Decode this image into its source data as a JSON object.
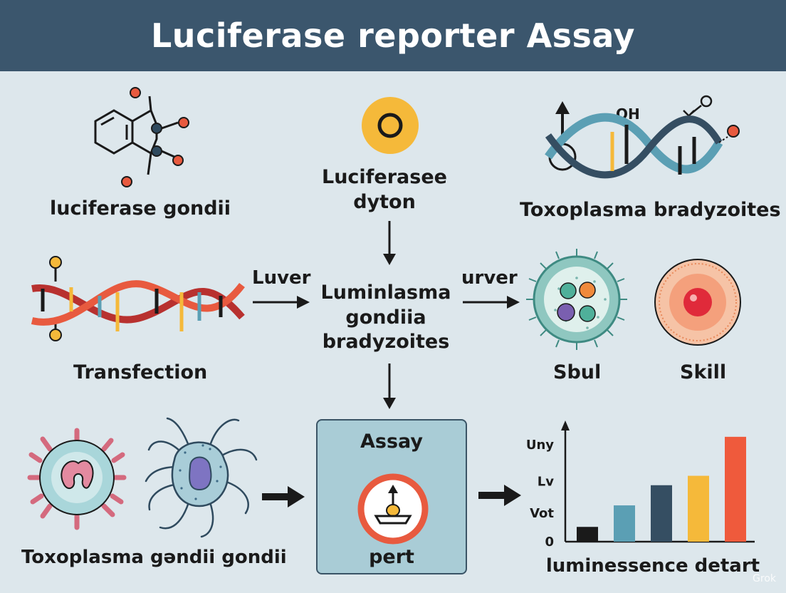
{
  "title": "Luciferase reporter Assay",
  "nodes": {
    "molecule_label": "luciferase gondii",
    "luciferase_label": [
      "Luciferasee",
      "dyton"
    ],
    "dna_top_label": "Toxoplasma bradyzoites",
    "dna_top_oh": "OH",
    "transfection_label": "Transfection",
    "center_label": [
      "Luminlasma",
      "gondiia",
      "bradyzoites"
    ],
    "cell1_label": "Sbul",
    "cell2_label": "Skill",
    "bottom_left_label": "Toxoplasma gəndii gondii",
    "assay_title": "Assay",
    "assay_footer": "pert"
  },
  "arrows": {
    "left_label": "Luver",
    "right_label": "urver"
  },
  "chart_data": {
    "type": "bar",
    "title": "",
    "xlabel": "luminessence detart",
    "ylabel": "",
    "ytick_labels": [
      "0",
      "Vot",
      "Lv",
      "Uny"
    ],
    "ylim": [
      0,
      4.4
    ],
    "values": [
      0.55,
      1.35,
      2.1,
      2.45,
      3.9
    ],
    "colors": [
      "#1a1a1a",
      "#5b9fb4",
      "#354e62",
      "#f5b93a",
      "#ef5a3c"
    ]
  },
  "watermark": "Grok",
  "colors": {
    "header": "#3b566d",
    "background": "#dde7ec",
    "accent_red": "#e85a3f",
    "accent_yellow": "#f5b93a",
    "accent_teal": "#5b9fb4"
  }
}
